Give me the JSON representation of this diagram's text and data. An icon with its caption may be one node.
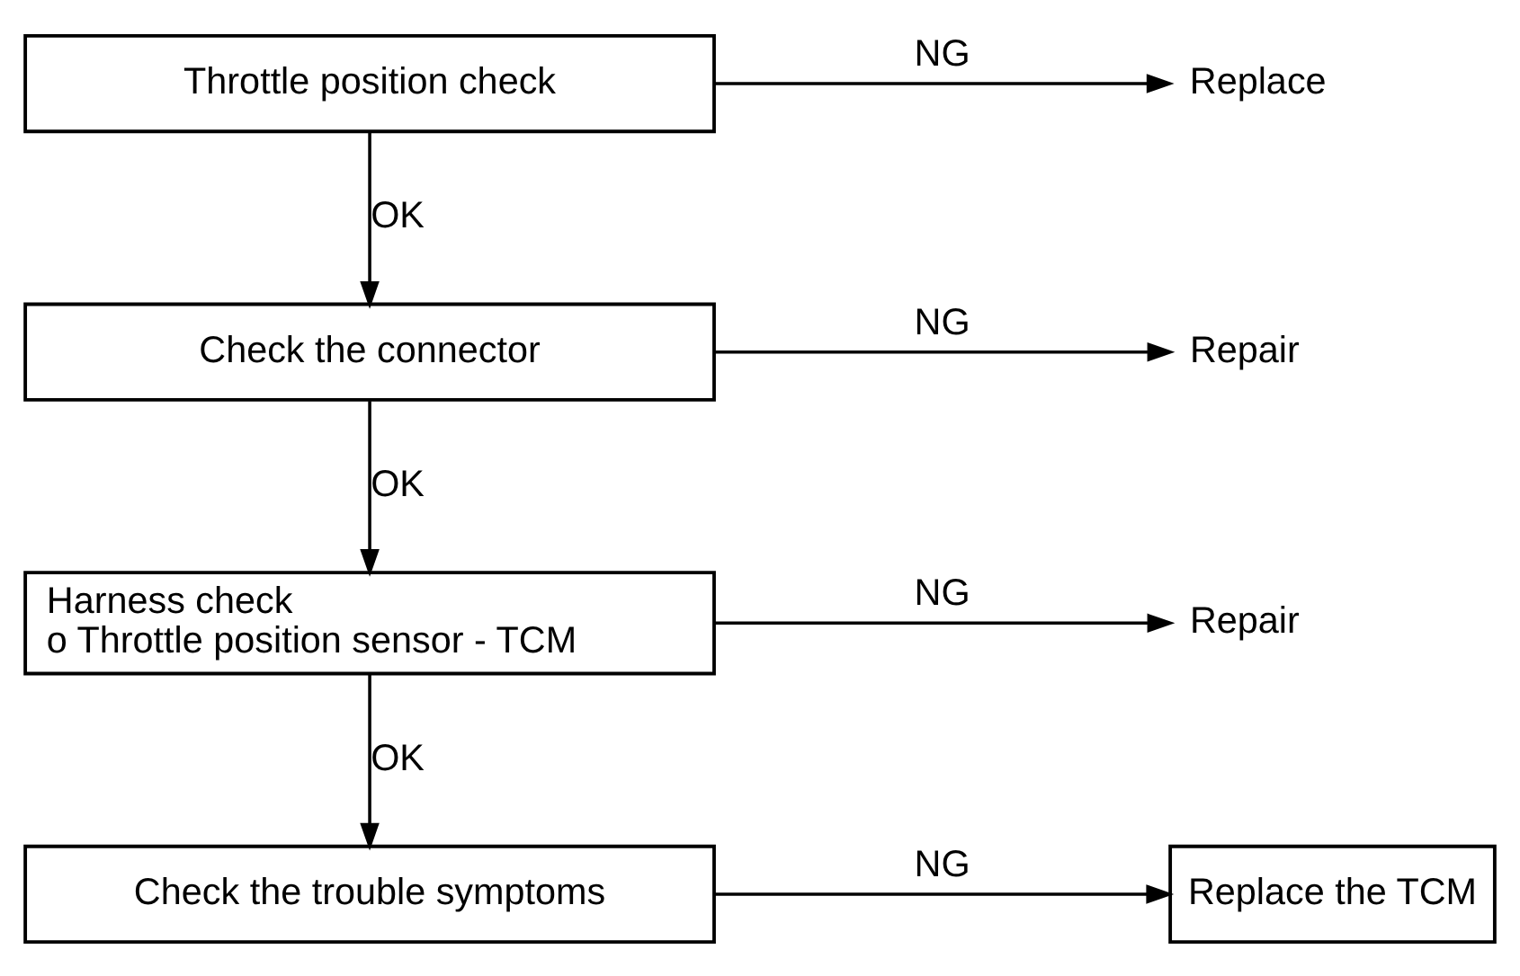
{
  "diagram": {
    "nodes": [
      {
        "text": [
          "Throttle position check"
        ]
      },
      {
        "text": [
          "Replace"
        ]
      },
      {
        "text": [
          "Check the connector"
        ]
      },
      {
        "text": [
          "Repair"
        ]
      },
      {
        "text": [
          "Harness check",
          "o Throttle position sensor - TCM"
        ]
      },
      {
        "text": [
          "Repair"
        ]
      },
      {
        "text": [
          "Check the trouble symptoms"
        ]
      },
      {
        "text": [
          "Replace the TCM"
        ]
      }
    ],
    "edges": [
      {
        "from": 0,
        "to": 1,
        "arrow": "to",
        "label": "NG"
      },
      {
        "from": 0,
        "to": 2,
        "arrow": "to",
        "label": "OK"
      },
      {
        "from": 2,
        "to": 3,
        "arrow": "to",
        "label": "NG"
      },
      {
        "from": 2,
        "to": 4,
        "arrow": "to",
        "label": "OK"
      },
      {
        "from": 4,
        "to": 5,
        "arrow": "to",
        "label": "NG"
      },
      {
        "from": 4,
        "to": 6,
        "arrow": "to",
        "label": "OK"
      },
      {
        "from": 6,
        "to": 7,
        "arrow": "to",
        "label": "NG"
      }
    ]
  }
}
